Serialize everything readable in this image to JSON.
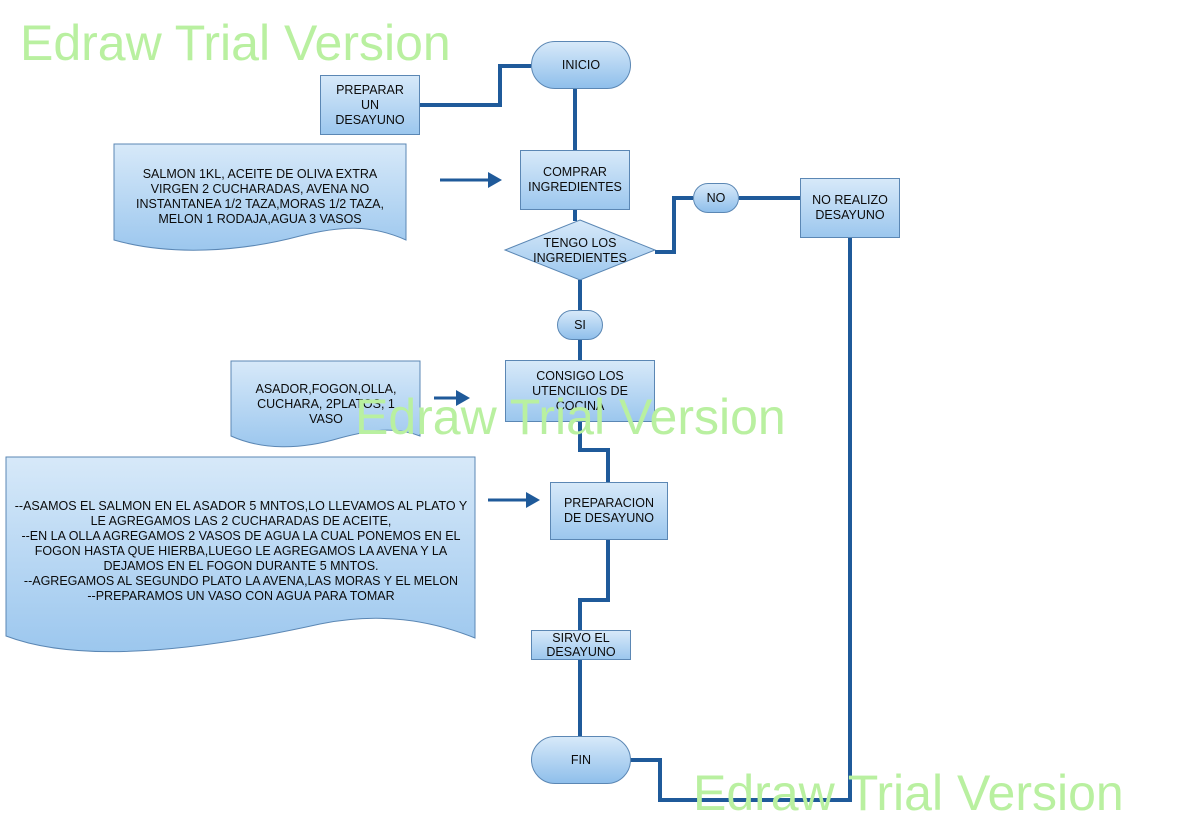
{
  "watermark": "Edraw Trial Version",
  "nodes": {
    "inicio": "INICIO",
    "preparar": "PREPARAR UN DESAYUNO",
    "comprar": "COMPRAR INGREDIENTES",
    "tengo": "TENGO LOS INGREDIENTES",
    "no": "NO",
    "no_realizo": "NO REALIZO DESAYUNO",
    "si": "SI",
    "consigo": "CONSIGO LOS UTENCILIOS DE COCINA",
    "preparacion": "PREPARACION DE DESAYUNO",
    "sirvo": "SIRVO EL DESAYUNO",
    "fin": "FIN"
  },
  "documents": {
    "ingredientes": "SALMON 1KL, ACEITE DE OLIVA EXTRA VIRGEN 2 CUCHARADAS, AVENA NO INSTANTANEA 1/2 TAZA,MORAS 1/2 TAZA, MELON 1 RODAJA,AGUA 3 VASOS",
    "utensilios": "ASADOR,FOGON,OLLA, CUCHARA, 2PLATOS, 1 VASO",
    "pasos": [
      "--ASAMOS EL SALMON EN EL ASADOR 5 MNTOS,LO LLEVAMOS AL PLATO Y LE AGREGAMOS LAS 2 CUCHARADAS DE ACEITE,",
      "--EN LA OLLA AGREGAMOS 2 VASOS DE AGUA LA CUAL PONEMOS EN EL FOGON HASTA QUE HIERBA,LUEGO LE AGREGAMOS  LA AVENA Y LA DEJAMOS EN EL  FOGON DURANTE 5 MNTOS.",
      "--AGREGAMOS AL SEGUNDO PLATO LA AVENA,LAS MORAS Y EL MELON",
      "--PREPARAMOS UN VASO CON AGUA PARA TOMAR"
    ]
  },
  "colors": {
    "connector": "#1f5a9a",
    "fill_top": "#d7e9f9",
    "fill_bottom": "#9cc7ee",
    "border": "#5b87b4",
    "watermark": "#b9f0a0"
  }
}
